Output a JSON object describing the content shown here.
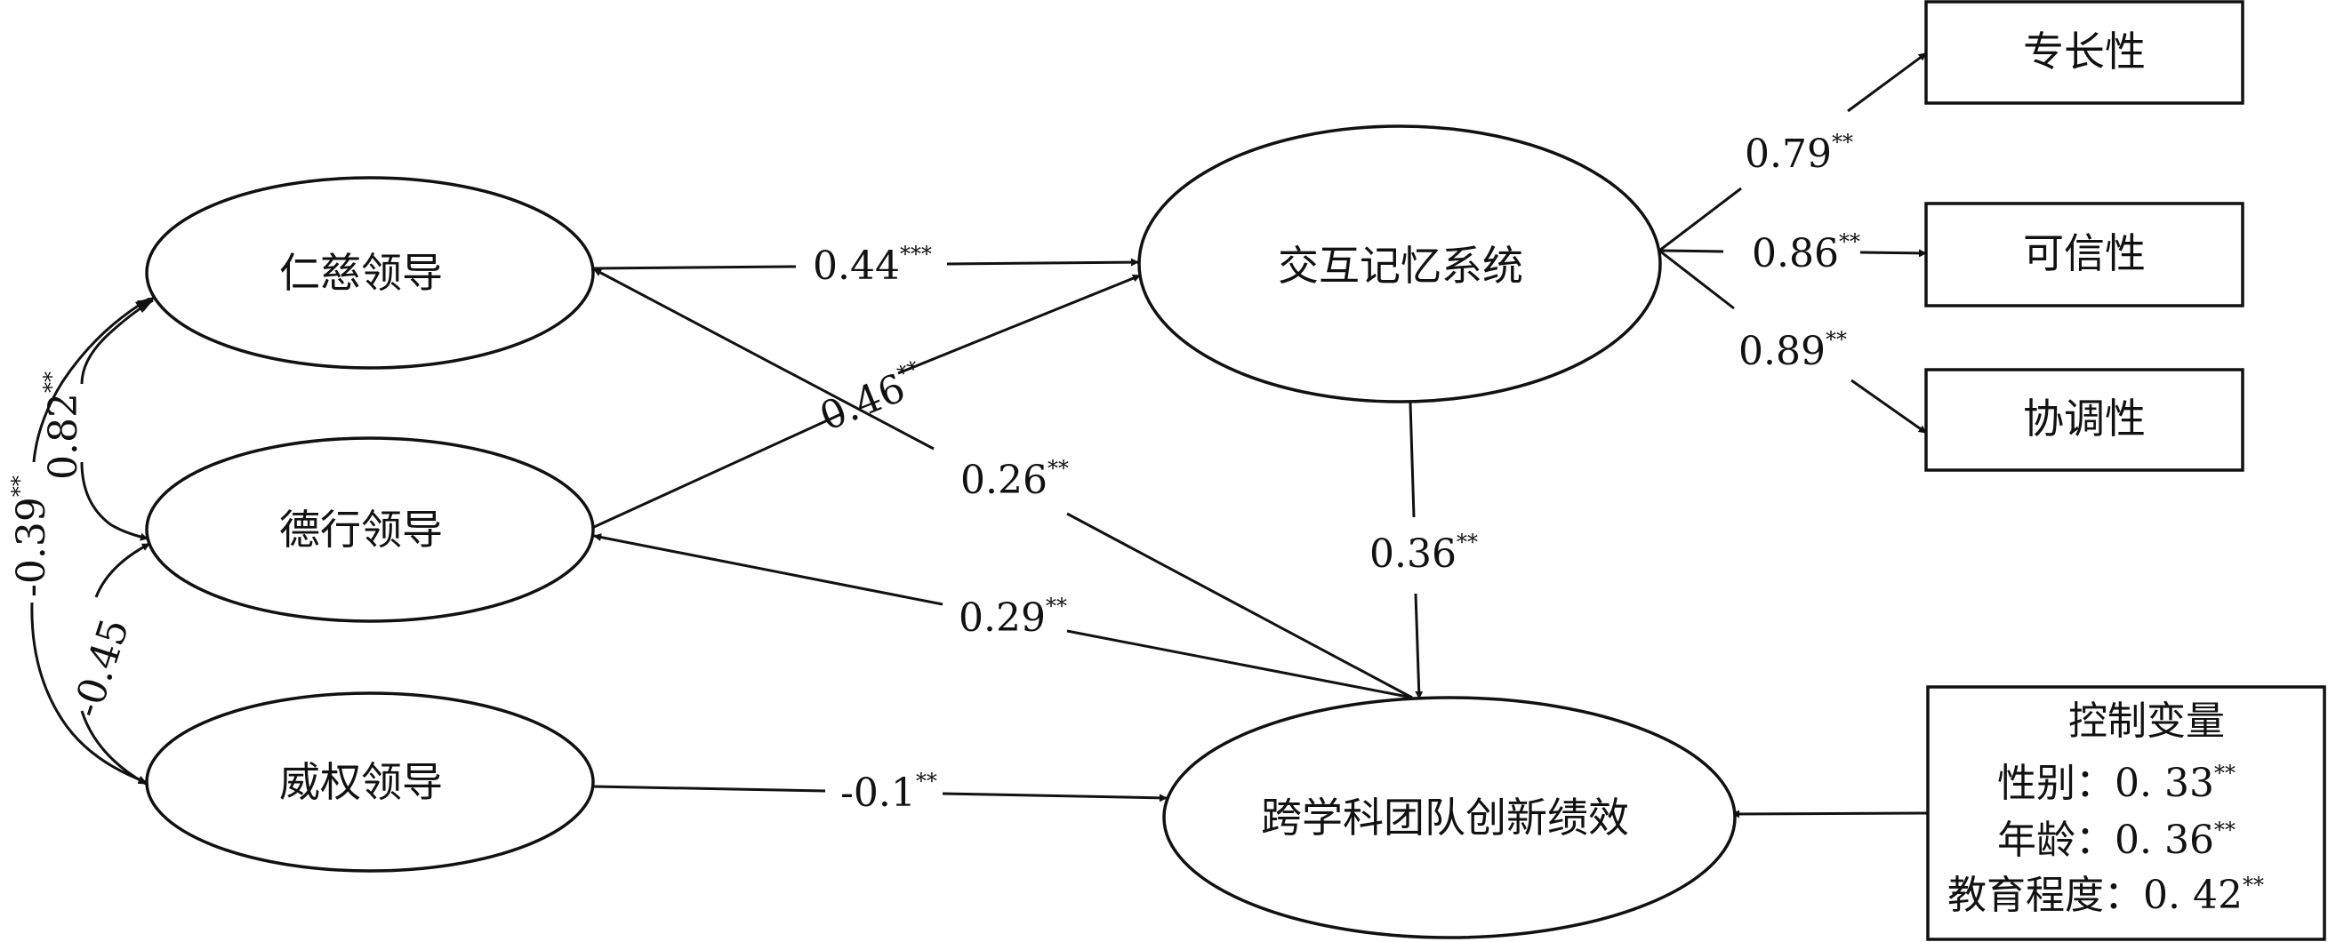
{
  "nodes": {
    "benevolent": "仁慈领导",
    "moral": "德行领导",
    "authoritarian": "威权领导",
    "tms": "交互记忆系统",
    "performance": "跨学科团队创新绩效",
    "expertise": "专长性",
    "credibility": "可信性",
    "coordination": "协调性"
  },
  "paths": {
    "benevolent_to_tms": {
      "value": "0.44",
      "sig": "***"
    },
    "moral_to_tms": {
      "value": "0.46",
      "sig": "**"
    },
    "benevolent_to_perf": {
      "value": "0.26",
      "sig": "**"
    },
    "moral_to_perf": {
      "value": "0.29",
      "sig": "**"
    },
    "authoritarian_to_perf": {
      "value": "-0.1",
      "sig": "**"
    },
    "tms_to_perf": {
      "value": "0.36",
      "sig": "**"
    },
    "tms_to_expertise": {
      "value": "0.79",
      "sig": "**"
    },
    "tms_to_credibility": {
      "value": "0.86",
      "sig": "**"
    },
    "tms_to_coordination": {
      "value": "0.89",
      "sig": "**"
    }
  },
  "correlations": {
    "benevolent_moral": {
      "value": "0.82",
      "sig": "**"
    },
    "benevolent_authoritarian": {
      "value": "-0.39",
      "sig": "**"
    },
    "moral_authoritarian": {
      "value": "-0.45",
      "sig": ""
    }
  },
  "controls": {
    "title": "控制变量",
    "items": [
      {
        "label": "性别：",
        "value": "0. 33",
        "sig": "**"
      },
      {
        "label": "年龄：",
        "value": "0. 36",
        "sig": "**"
      },
      {
        "label": "教育程度：",
        "value": "0. 42",
        "sig": "**"
      }
    ]
  }
}
